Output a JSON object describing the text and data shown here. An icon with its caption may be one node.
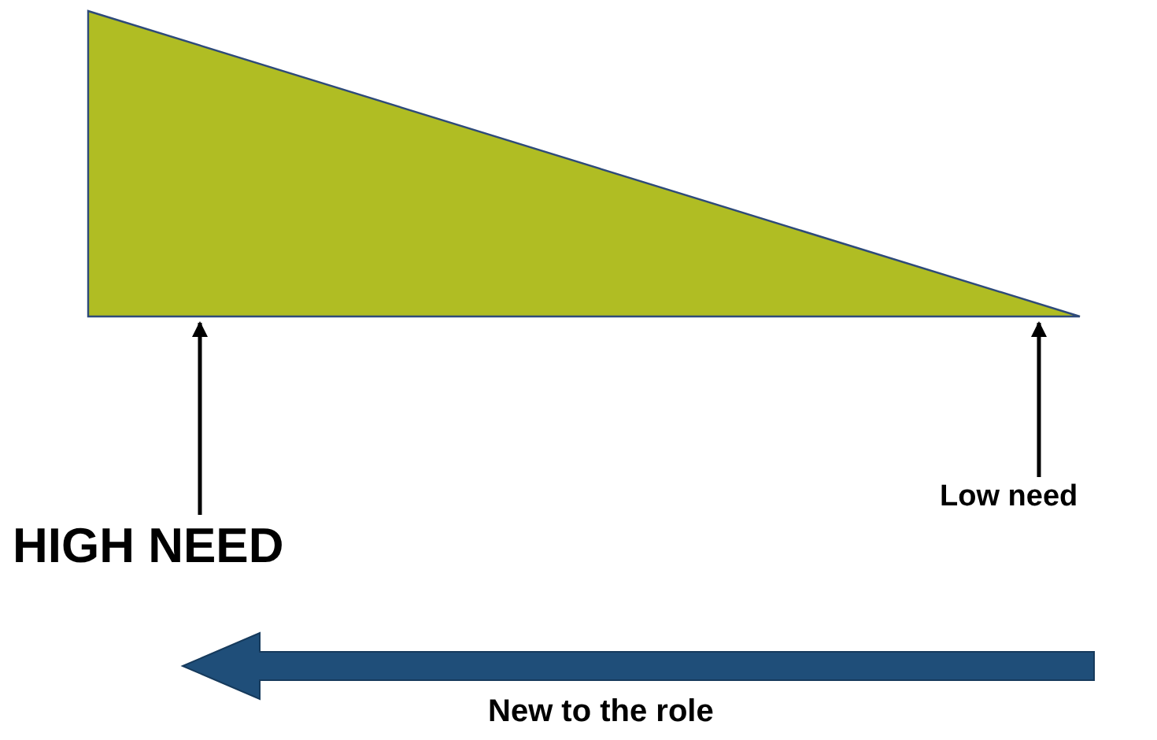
{
  "diagram": {
    "nodes": [
      {
        "text": [],
        "shape": "triangle"
      },
      {
        "text": [
          "HIGH NEED"
        ]
      },
      {
        "text": [
          "Low need"
        ]
      }
    ],
    "edges": [
      {
        "from": 1,
        "to": 0,
        "arrow": "to"
      },
      {
        "from": 2,
        "to": 0,
        "arrow": "to"
      }
    ],
    "labels": [
      "New to the role"
    ]
  }
}
